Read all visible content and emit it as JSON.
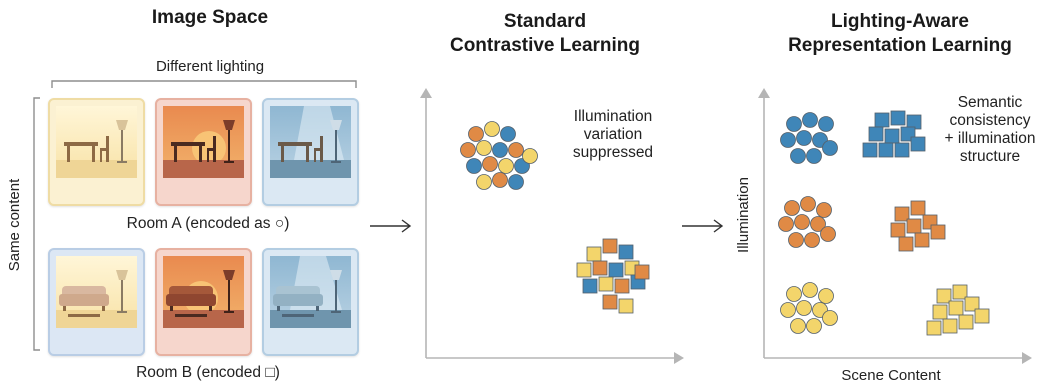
{
  "panels": {
    "image_space": {
      "title": "Image Space",
      "top_label": "Different lighting",
      "side_label": "Same content",
      "room_a_caption": "Room A (encoded as ○)",
      "room_b_caption": "Room B (encoded □)"
    },
    "standard": {
      "title_line1": "Standard",
      "title_line2": "Contrastive Learning",
      "note_line1": "Illumination",
      "note_line2": "variation",
      "note_line3": "suppressed"
    },
    "lighting_aware": {
      "title_line1": "Lighting-Aware",
      "title_line2": "Representation Learning",
      "note_line1": "Semantic",
      "note_line2": "consistency",
      "note_line3": "+ illumination",
      "note_line4": "structure",
      "x_axis_label": "Scene Content",
      "y_axis_label": "Illumination"
    }
  },
  "colors": {
    "warm_light": "#f3d56b",
    "sunset": "#e08a45",
    "cool_blue": "#3f86b8",
    "axis": "#b5b5b5",
    "mark_stroke": "#55606a"
  },
  "icons": [
    "dining-table-icon",
    "chair-icon",
    "floor-lamp-icon",
    "sofa-icon",
    "arrow-right-icon"
  ]
}
